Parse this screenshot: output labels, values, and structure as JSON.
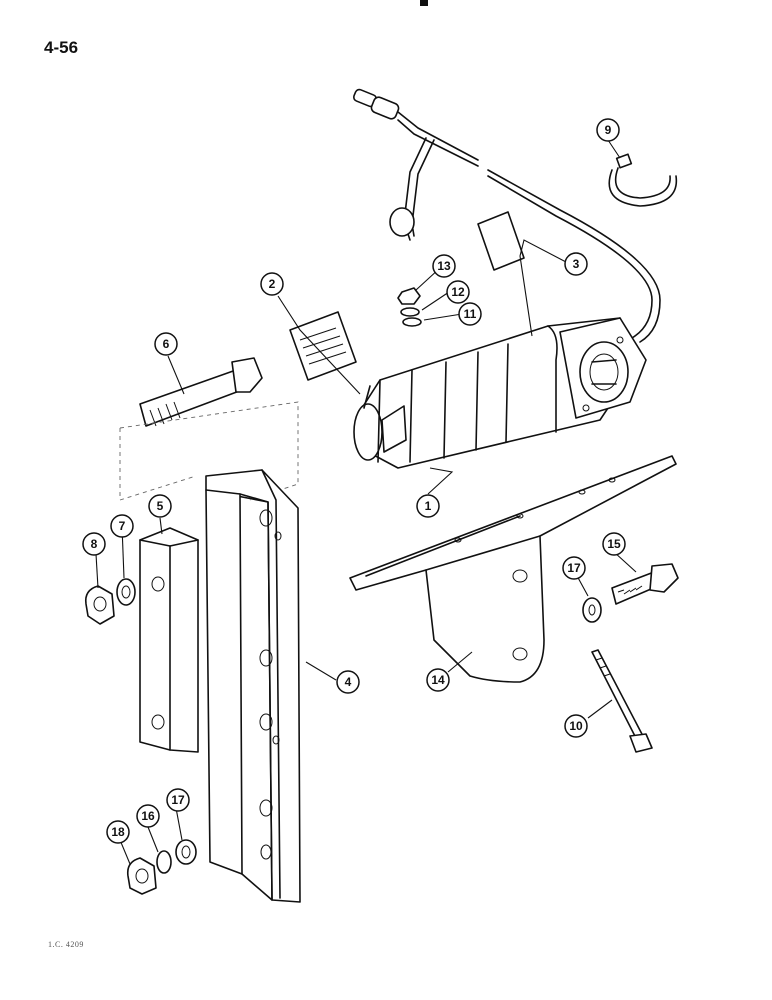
{
  "page": {
    "page_number": "4-56",
    "drawing_ref": "1.C. 4209"
  },
  "callouts": [
    {
      "id": "c1",
      "label": "1"
    },
    {
      "id": "c2",
      "label": "2"
    },
    {
      "id": "c3",
      "label": "3"
    },
    {
      "id": "c4",
      "label": "4"
    },
    {
      "id": "c5",
      "label": "5"
    },
    {
      "id": "c6",
      "label": "6"
    },
    {
      "id": "c7",
      "label": "7"
    },
    {
      "id": "c8",
      "label": "8"
    },
    {
      "id": "c9",
      "label": "9"
    },
    {
      "id": "c10",
      "label": "10"
    },
    {
      "id": "c11",
      "label": "11"
    },
    {
      "id": "c12",
      "label": "12"
    },
    {
      "id": "c13",
      "label": "13"
    },
    {
      "id": "c14",
      "label": "14"
    },
    {
      "id": "c15",
      "label": "15"
    },
    {
      "id": "c16",
      "label": "16"
    },
    {
      "id": "c17a",
      "label": "17"
    },
    {
      "id": "c17b",
      "label": "17"
    },
    {
      "id": "c18",
      "label": "18"
    }
  ]
}
